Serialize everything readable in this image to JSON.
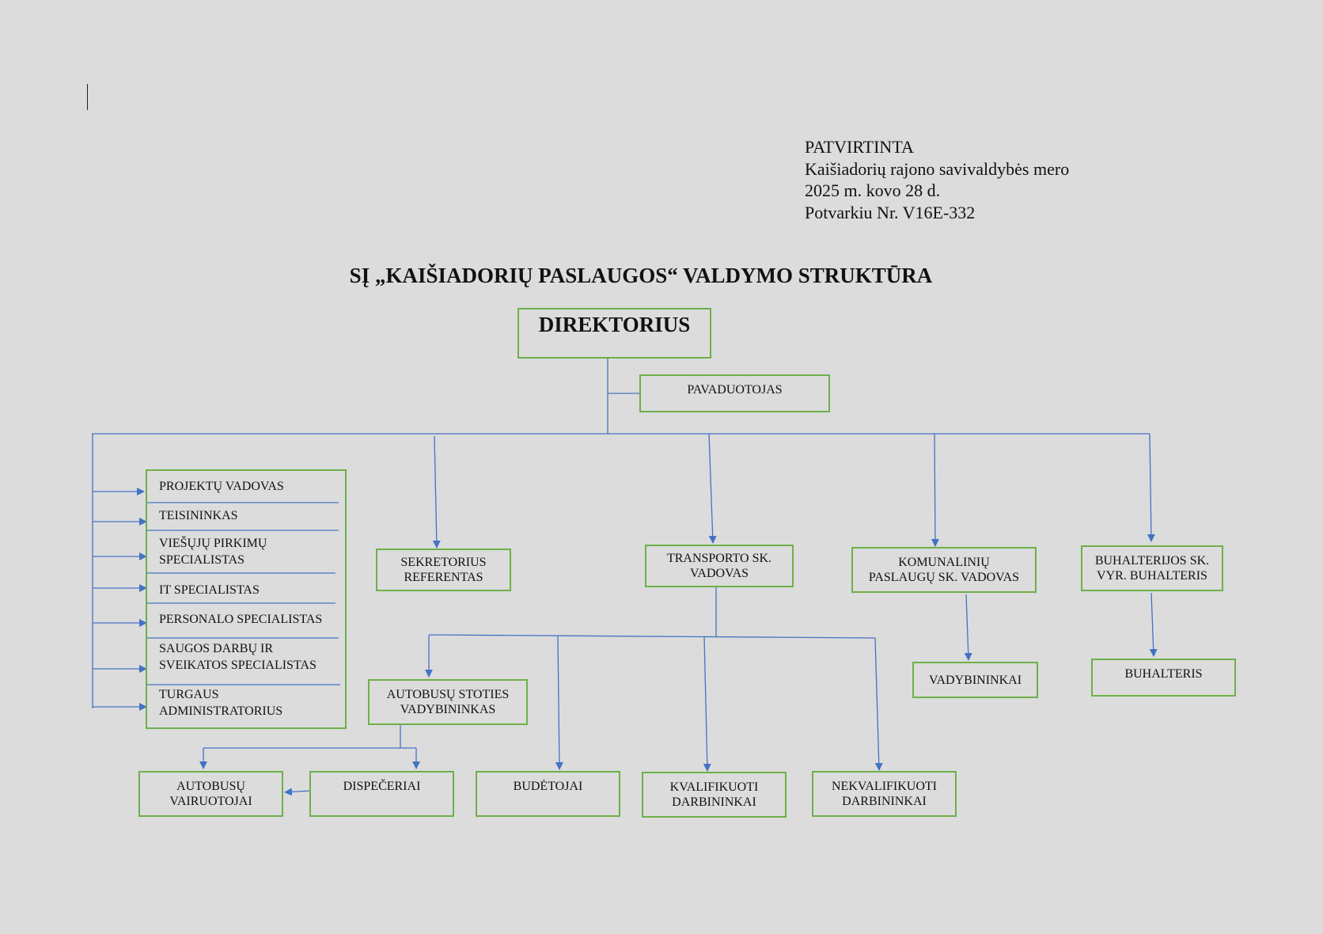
{
  "approval": {
    "line1": "PATVIRTINTA",
    "line2": "Kaišiadorių rajono savivaldybės mero",
    "line3": "2025 m. kovo 28 d.",
    "line4": "Potvarkiu  Nr. V16E-332"
  },
  "title": "SĮ „KAIŠIADORIŲ PASLAUGOS“ VALDYMO STRUKTŪRA",
  "director": "DIREKTORIUS",
  "deputy": "PAVADUOTOJAS",
  "staff": [
    "PROJEKTŲ VADOVAS",
    "TEISININKAS",
    "VIEŠŲJŲ PIRKIMŲ\nSPECIALISTAS",
    "IT SPECIALISTAS",
    "PERSONALO SPECIALISTAS",
    "SAUGOS DARBŲ IR\nSVEIKATOS SPECIALISTAS",
    "TURGAUS\nADMINISTRATORIUS"
  ],
  "secretary": "SEKRETORIUS\nREFERENTAS",
  "transport_head": "TRANSPORTO SK.\nVADOVAS",
  "communal_head": "KOMUNALINIŲ\nPASLAUGŲ SK. VADOVAS",
  "accounting_head": "BUHALTERIJOS SK.\nVYR. BUHALTERIS",
  "bus_station_manager": "AUTOBUSŲ STOTIES\nVADYBININKAS",
  "managers": "VADYBININKAI",
  "accountant": "BUHALTERIS",
  "bus_drivers": "AUTOBUSŲ\nVAIRUOTOJAI",
  "dispatchers": "DISPEČERIAI",
  "watchmen": "BUDĖTOJAI",
  "skilled_workers": "KVALIFIKUOTI\nDARBININKAI",
  "unskilled_workers": "NEKVALIFIKUOTI\nDARBININKAI",
  "colors": {
    "box_border": "#6db04a",
    "connector": "#4472c4",
    "background": "#dcdcdc"
  }
}
